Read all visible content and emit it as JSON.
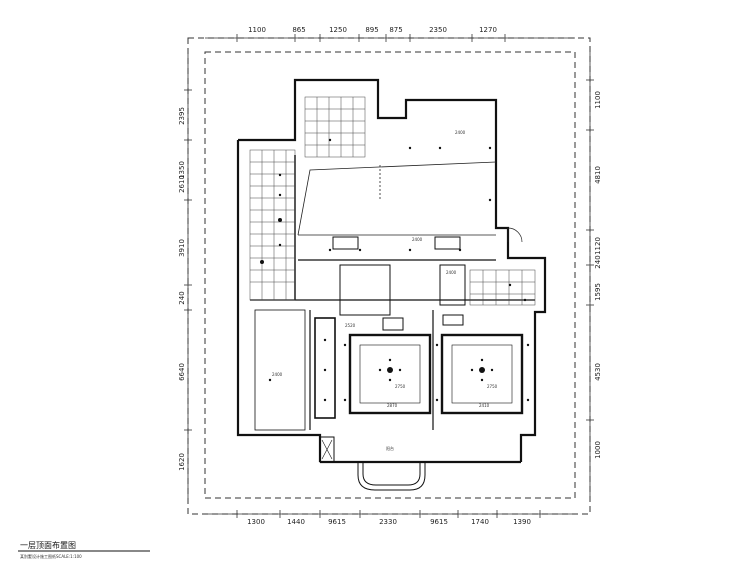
{
  "drawing": {
    "title": "一层顶面布置图",
    "subtitle": "某别墅设计施工图纸SCALE:1:100"
  },
  "dimensions": {
    "top": [
      "1100",
      "865",
      "1250",
      "895",
      "875",
      "2350",
      "1270"
    ],
    "bottom": [
      "1300",
      "1440",
      "9615",
      "2330",
      "9615",
      "1740",
      "1390"
    ],
    "left": [
      "2395",
      "1350",
      "2610",
      "3910",
      "240",
      "6640",
      "1620"
    ],
    "right": [
      "1100",
      "4810",
      "1120",
      "240",
      "1595",
      "4530",
      "1000"
    ]
  },
  "annotations": {
    "ceiling_heights": [
      "2400",
      "2400",
      "2400",
      "2750",
      "2750",
      "2400",
      "2870",
      "2410",
      "2520"
    ],
    "balcony_label": "阳台"
  }
}
